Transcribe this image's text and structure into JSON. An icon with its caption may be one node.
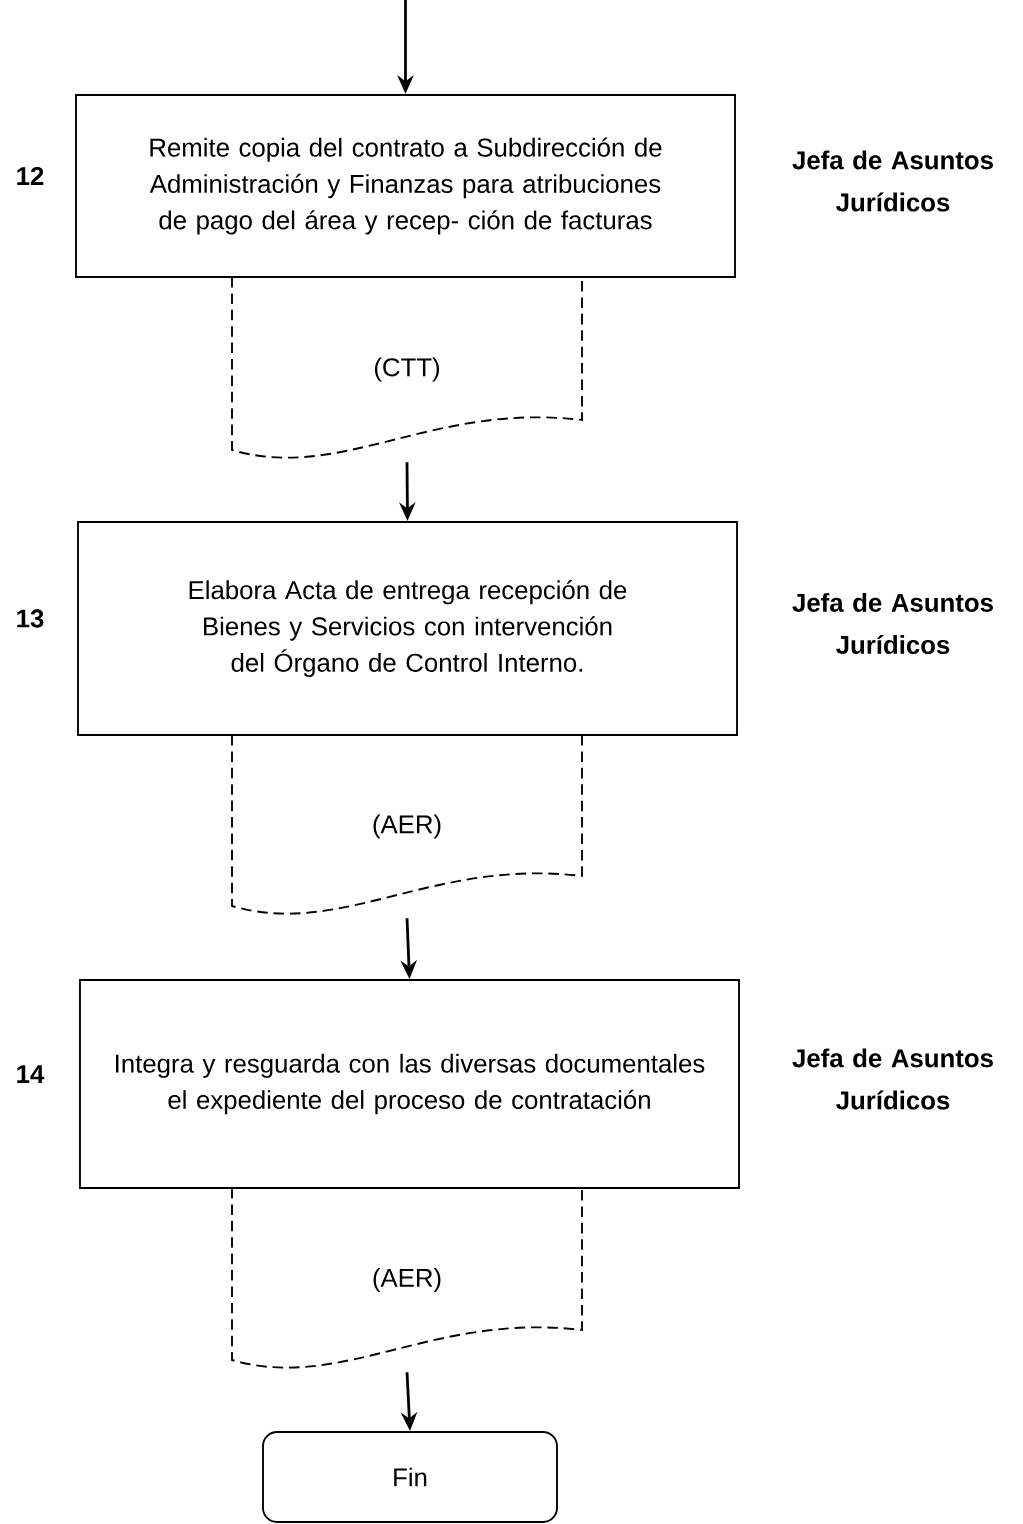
{
  "diagram": {
    "nodes": [
      {
        "text": [
          "Remite copia del contrato a Subdirección de Administración y Finanzas para atribuciones de pago del área y recep- ción de facturas"
        ],
        "beside": [
          "12",
          "Jefa de Asuntos Jurídicos"
        ]
      },
      {
        "text": [
          "(CTT)"
        ]
      },
      {
        "text": [
          "Elabora Acta de entrega recepción de Bienes y Servicios con intervención del Órgano de Control Interno."
        ],
        "beside": [
          "13",
          "Jefa de Asuntos Jurídicos"
        ]
      },
      {
        "text": [
          "(AER)"
        ]
      },
      {
        "text": [
          "Integra y resguarda con las diversas documentales el expediente del proceso de contratación"
        ],
        "beside": [
          "14",
          "Jefa de Asuntos Jurídicos"
        ]
      },
      {
        "text": [
          "(AER)"
        ]
      },
      {
        "text": [
          "Fin"
        ]
      }
    ],
    "edges": [
      {
        "from": null,
        "to": 0,
        "arrow": "to"
      },
      {
        "from": 1,
        "to": 2,
        "arrow": "to"
      },
      {
        "from": 3,
        "to": 4,
        "arrow": "to"
      },
      {
        "from": 5,
        "to": 6,
        "arrow": "to"
      }
    ]
  }
}
